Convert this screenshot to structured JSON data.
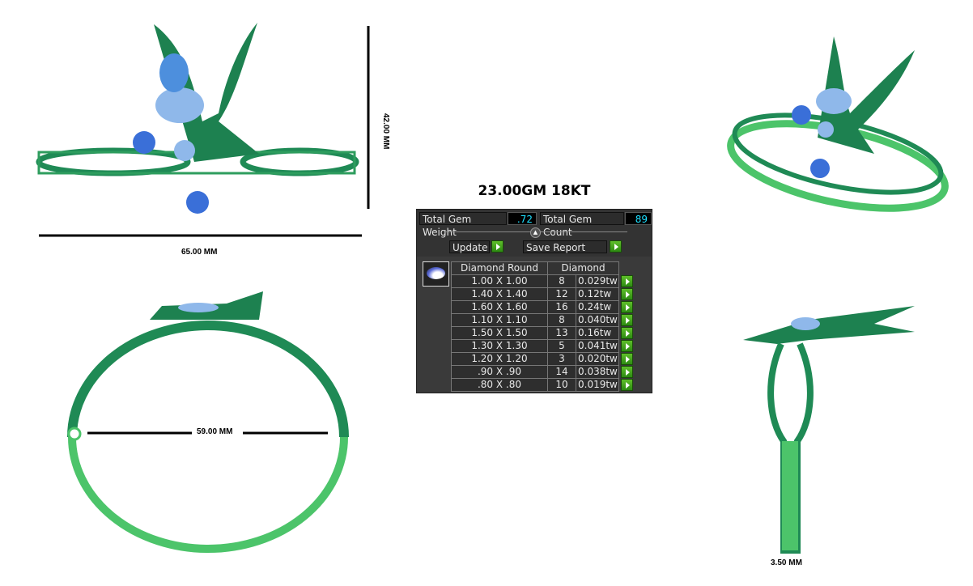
{
  "title": "23.00GM 18KT",
  "dimensions": {
    "height": "42.00 MM",
    "width": "65.00 MM",
    "inner": "59.00 MM",
    "thickness": "3.50 MM"
  },
  "panel": {
    "weight_label": "Total Gem Weight",
    "weight_value": ".72",
    "count_label": "Total Gem Count",
    "count_value": "89",
    "update_label": "Update",
    "save_label": "Save Report",
    "headers": [
      "Diamond Round",
      "Diamond"
    ],
    "rows": [
      {
        "size": "1.00 X 1.00",
        "count": "8",
        "weight": "0.029tw"
      },
      {
        "size": "1.40 X 1.40",
        "count": "12",
        "weight": "0.12tw"
      },
      {
        "size": "1.60 X 1.60",
        "count": "16",
        "weight": "0.24tw"
      },
      {
        "size": "1.10 X 1.10",
        "count": "8",
        "weight": "0.040tw"
      },
      {
        "size": "1.50 X 1.50",
        "count": "13",
        "weight": "0.16tw"
      },
      {
        "size": "1.30 X 1.30",
        "count": "5",
        "weight": "0.041tw"
      },
      {
        "size": "1.20 X 1.20",
        "count": "3",
        "weight": "0.020tw"
      },
      {
        "size": ".90 X .90",
        "count": "14",
        "weight": "0.038tw"
      },
      {
        "size": ".80 X .80",
        "count": "10",
        "weight": "0.019tw"
      }
    ]
  },
  "colors": {
    "metal": "#1f8a55",
    "metal_light": "#4cc46a",
    "gem": "#3a6fd8",
    "accent": "#3aa81e",
    "value": "#1ee0ff"
  }
}
